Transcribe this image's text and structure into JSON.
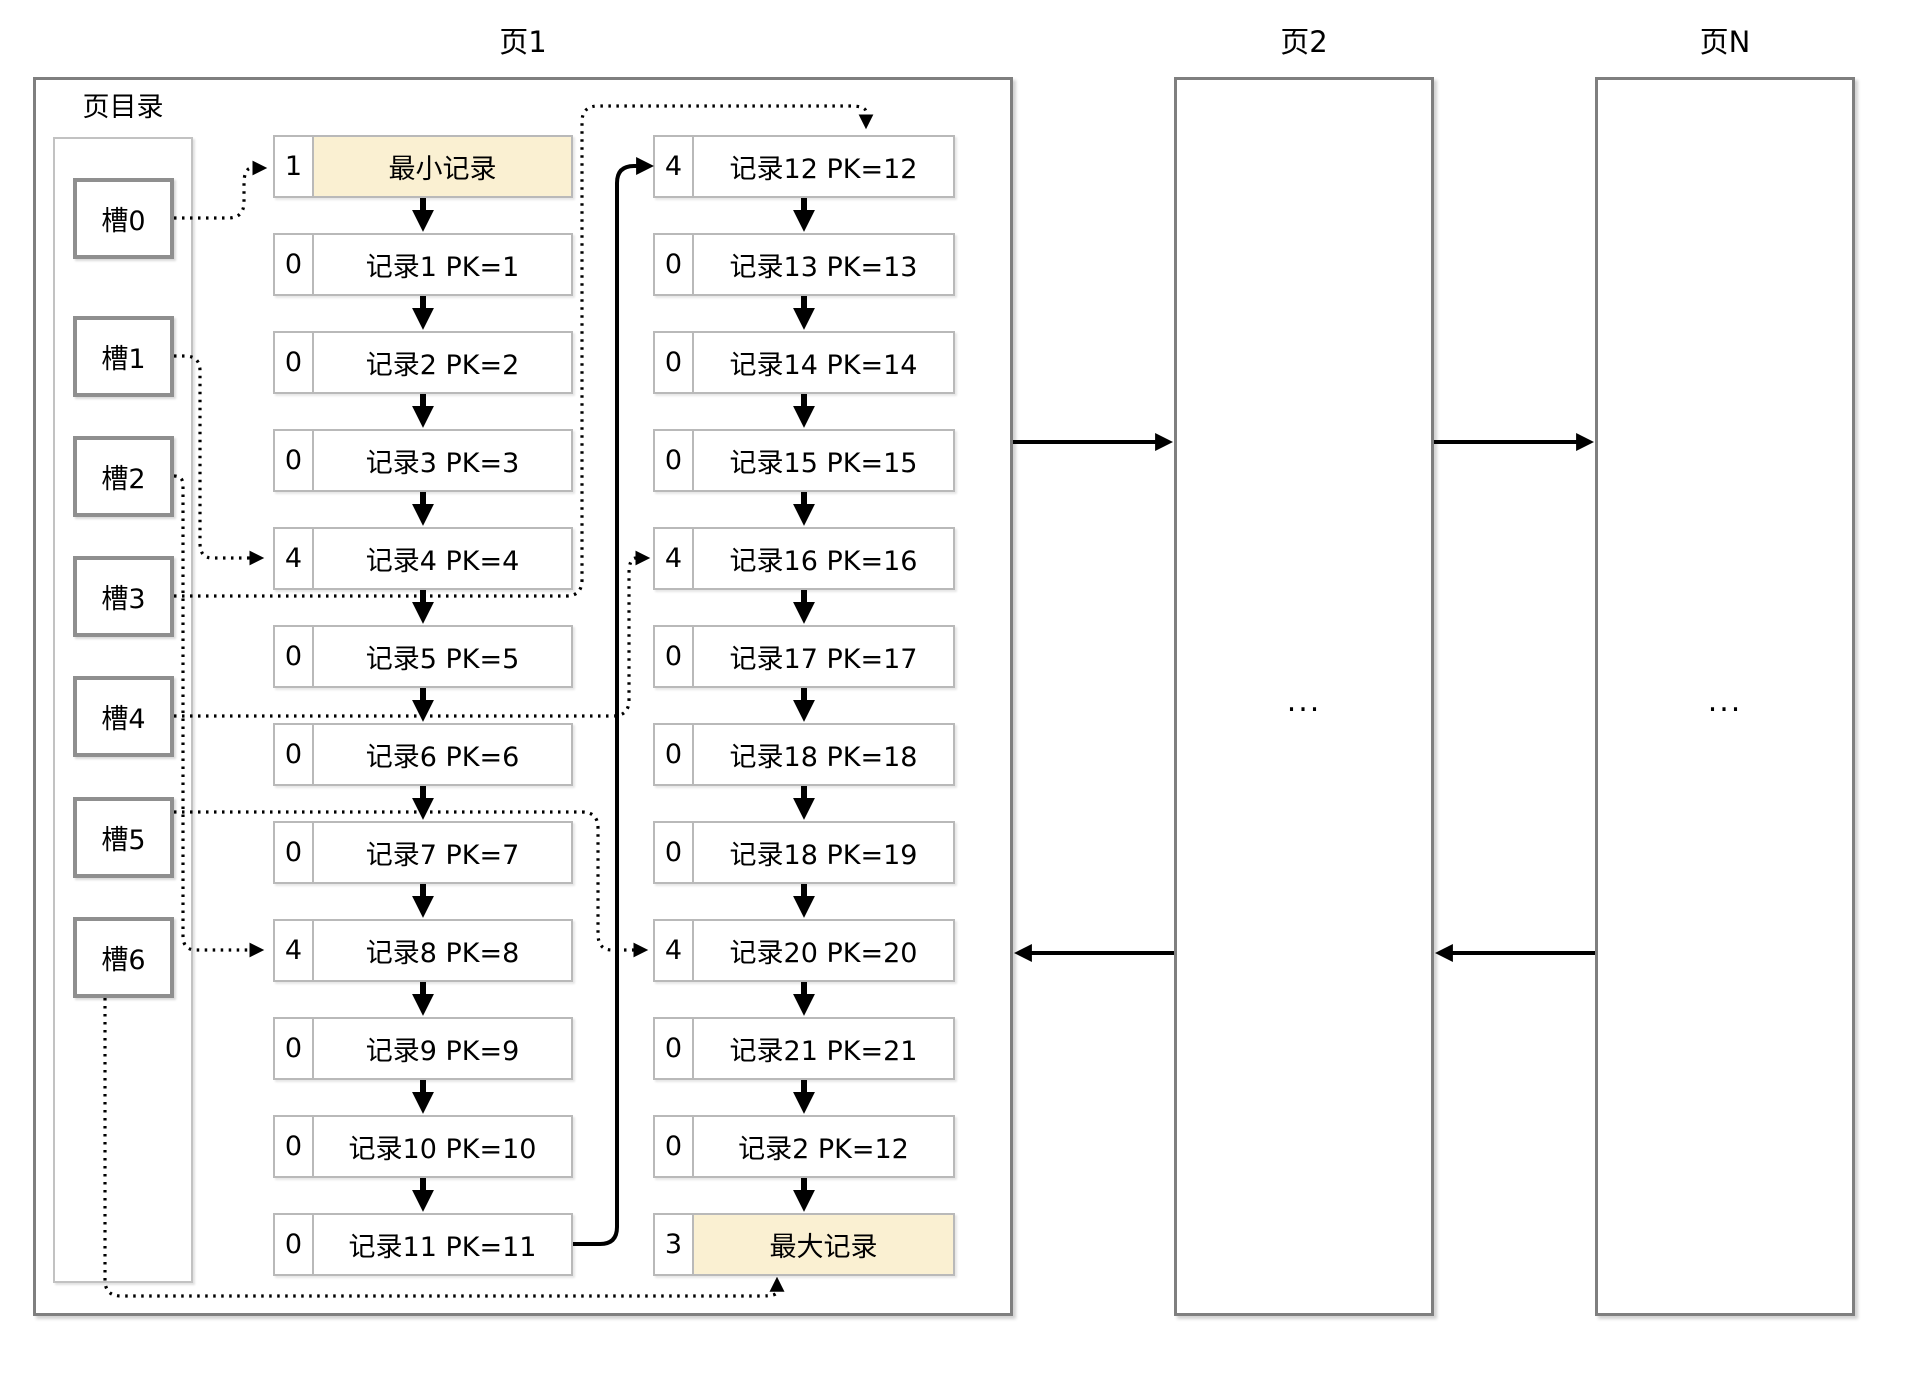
{
  "pages": {
    "page1": {
      "title": "页1"
    },
    "page2": {
      "title": "页2",
      "placeholder": "..."
    },
    "pageN": {
      "title": "页N",
      "placeholder": "..."
    }
  },
  "directory": {
    "label": "页目录",
    "slots": [
      "槽0",
      "槽1",
      "槽2",
      "槽3",
      "槽4",
      "槽5",
      "槽6"
    ]
  },
  "left_records": [
    {
      "num": "1",
      "label": "最小记录",
      "highlight": true
    },
    {
      "num": "0",
      "label": "记录1 PK=1"
    },
    {
      "num": "0",
      "label": "记录2 PK=2"
    },
    {
      "num": "0",
      "label": "记录3 PK=3"
    },
    {
      "num": "4",
      "label": "记录4 PK=4"
    },
    {
      "num": "0",
      "label": "记录5 PK=5"
    },
    {
      "num": "0",
      "label": "记录6 PK=6"
    },
    {
      "num": "0",
      "label": "记录7 PK=7"
    },
    {
      "num": "4",
      "label": "记录8 PK=8"
    },
    {
      "num": "0",
      "label": "记录9 PK=9"
    },
    {
      "num": "0",
      "label": "记录10 PK=10"
    },
    {
      "num": "0",
      "label": "记录11 PK=11"
    }
  ],
  "right_records": [
    {
      "num": "4",
      "label": "记录12 PK=12"
    },
    {
      "num": "0",
      "label": "记录13 PK=13"
    },
    {
      "num": "0",
      "label": "记录14 PK=14"
    },
    {
      "num": "0",
      "label": "记录15 PK=15"
    },
    {
      "num": "4",
      "label": "记录16 PK=16"
    },
    {
      "num": "0",
      "label": "记录17 PK=17"
    },
    {
      "num": "0",
      "label": "记录18 PK=18"
    },
    {
      "num": "0",
      "label": "记录18 PK=19"
    },
    {
      "num": "4",
      "label": "记录20 PK=20"
    },
    {
      "num": "0",
      "label": "记录21 PK=21"
    },
    {
      "num": "0",
      "label": "记录2 PK=12"
    },
    {
      "num": "3",
      "label": "最大记录",
      "highlight": true
    }
  ],
  "colors": {
    "highlight_fill": "#faf0d2",
    "record_border": "#b9b9b9",
    "slot_border": "#8f8f8f",
    "page_border": "#7f7f7f",
    "arrow": "#000000"
  }
}
